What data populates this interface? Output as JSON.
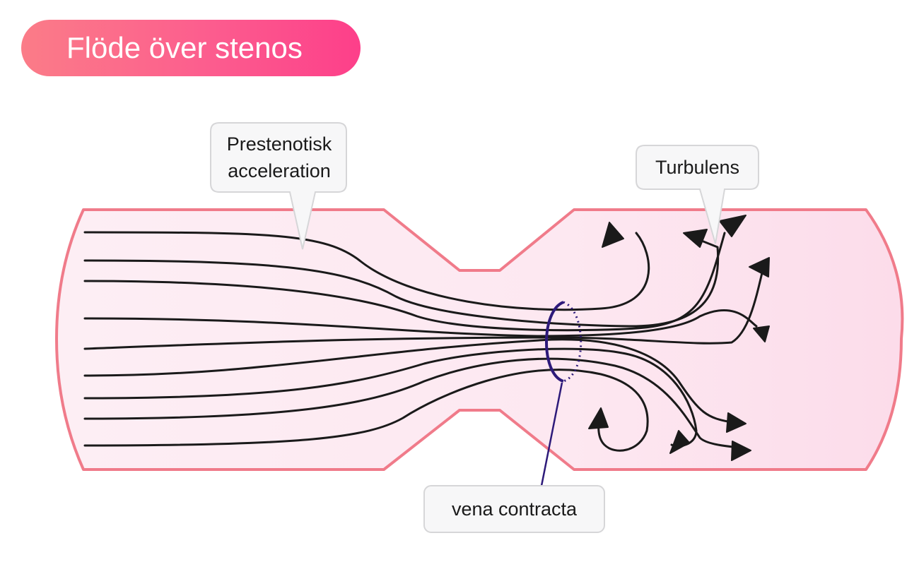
{
  "title": "Flöde över stenos",
  "labels": {
    "prestenotic": "Prestenotisk acceleration",
    "turbulence": "Turbulens",
    "vena_contracta": "vena contracta"
  },
  "colors": {
    "title_gradient": [
      "#fb7c88",
      "#fd3f8a"
    ],
    "vessel_wall": "#f07b8a",
    "vessel_fill": "#fde6f0",
    "stream_line": "#1a1a1a",
    "vena_contracta": "#2d1a7a",
    "callout_fill": "#f7f7f8",
    "callout_border": "#d6d6d8"
  }
}
